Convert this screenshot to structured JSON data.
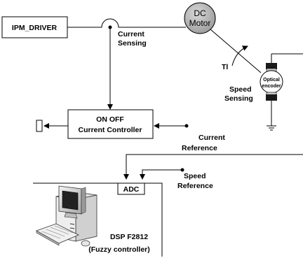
{
  "blocks": {
    "ipm_driver": "IPM_DRIVER",
    "motor_line1": "DC",
    "motor_line2": "Motor",
    "encoder_line1": "Optical",
    "encoder_line2": "encoder",
    "controller_line1": "ON OFF",
    "controller_line2": "Current Controller",
    "adc": "ADC",
    "dsp_line1": "DSP F2812",
    "dsp_line2": "(Fuzzy controller)"
  },
  "labels": {
    "current_sensing_1": "Current",
    "current_sensing_2": "Sensing",
    "tl": "Tl",
    "speed_sensing_1": "Speed",
    "speed_sensing_2": "Sensing",
    "current_reference_1": "Current",
    "current_reference_2": "Reference",
    "speed_reference_1": "Speed",
    "speed_reference_2": "Reference"
  },
  "colors": {
    "motor_fill": "#b5b5b5",
    "encoder_body": "#c8c8c8",
    "encoder_cap": "#1a1a1a",
    "line": "#000000"
  },
  "icons": {
    "computer": "desktop-computer-icon",
    "ground": "ground-icon",
    "load_arrow": "curved-arrow-icon"
  }
}
